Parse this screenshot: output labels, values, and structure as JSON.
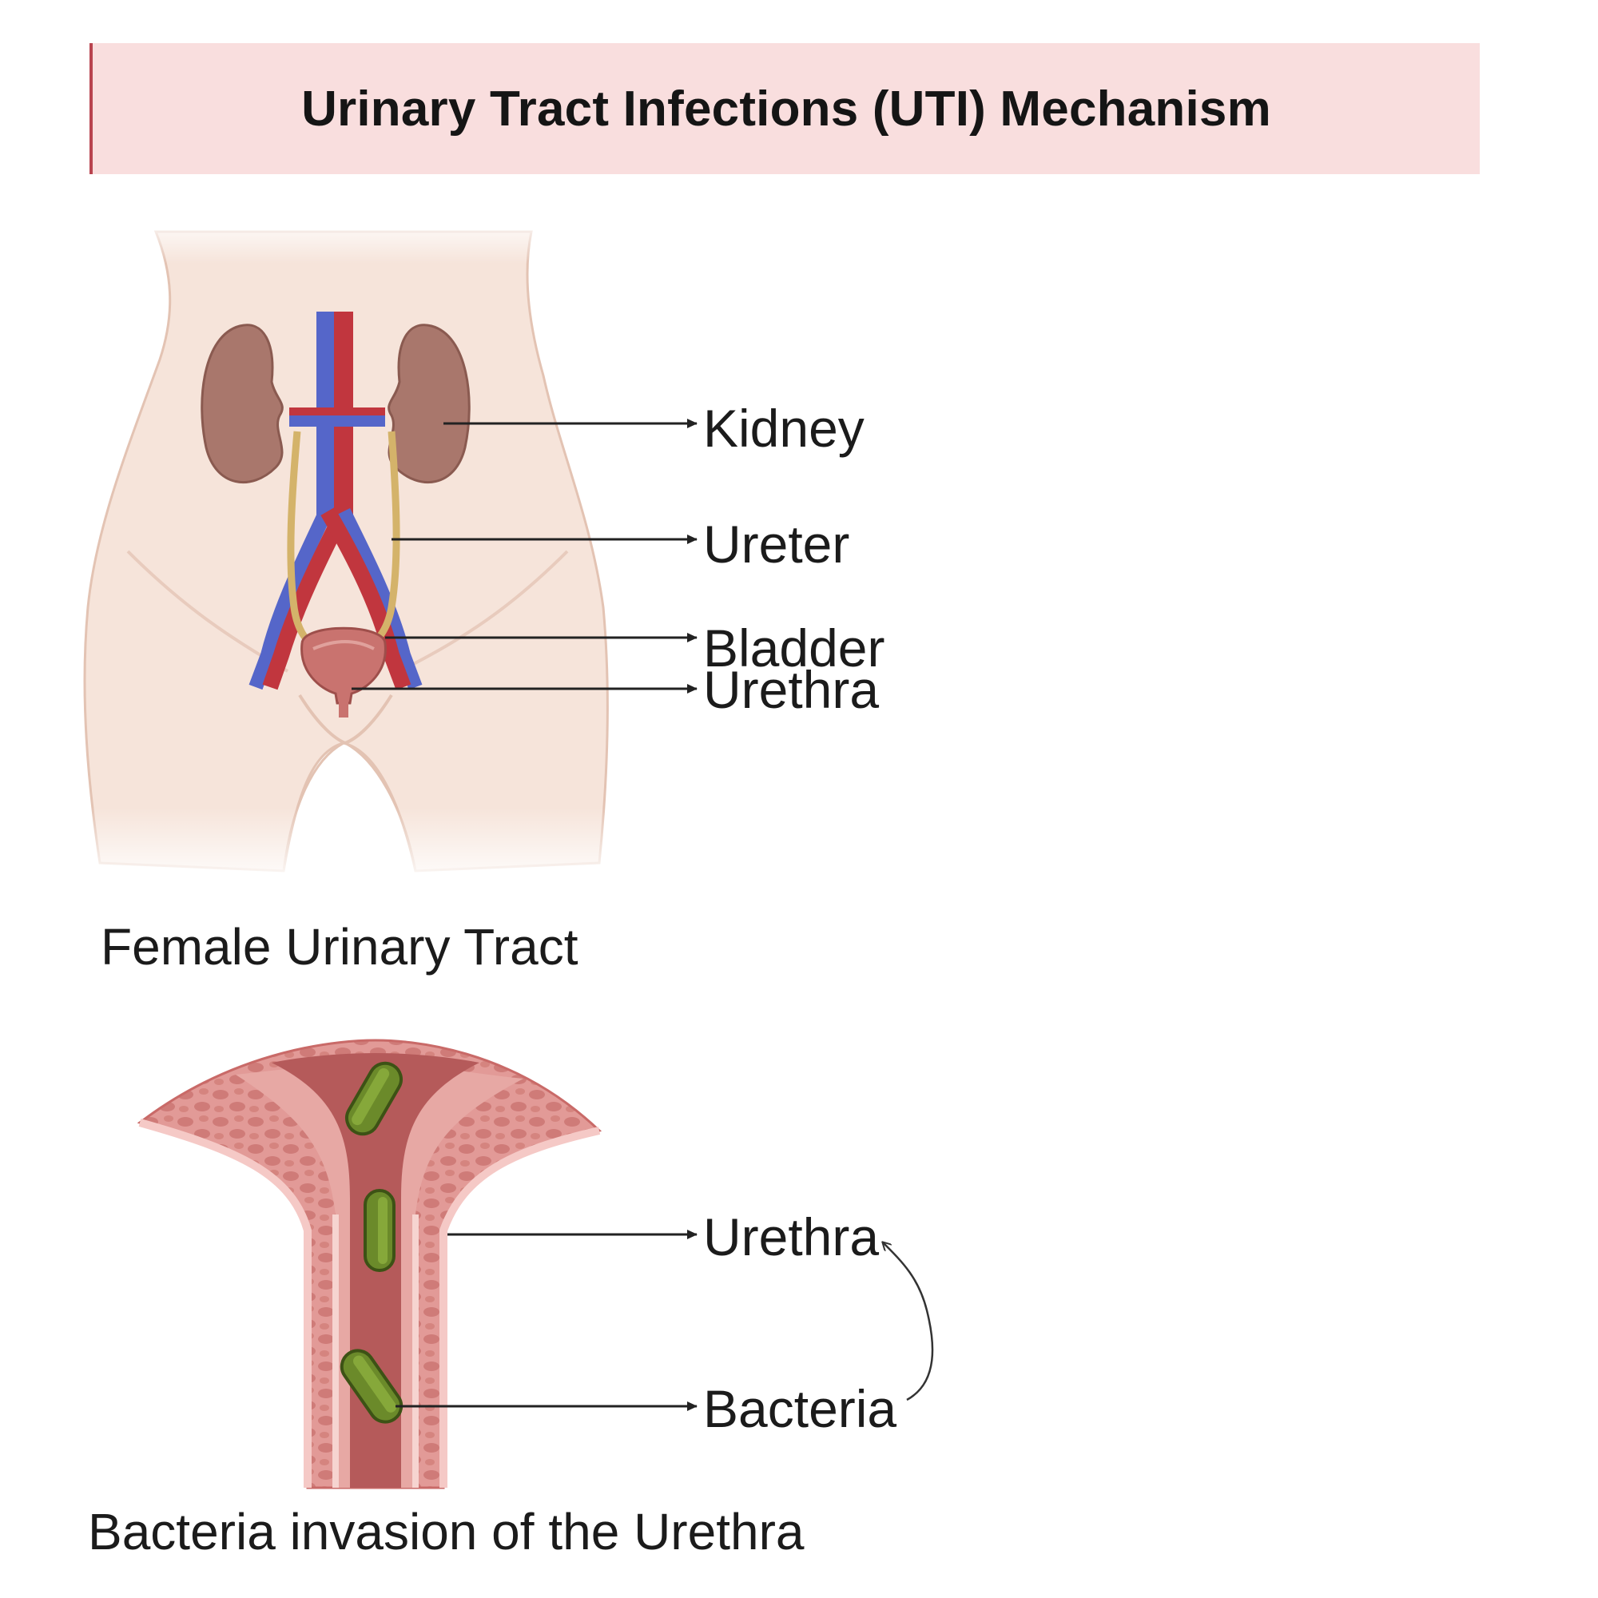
{
  "title": "Urinary Tract Infections (UTI) Mechanism",
  "top_panel": {
    "caption": "Female Urinary Tract",
    "labels": {
      "kidney": "Kidney",
      "ureter": "Ureter",
      "bladder": "Bladder",
      "urethra": "Urethra"
    }
  },
  "bottom_panel": {
    "caption": "Bacteria invasion of the Urethra",
    "labels": {
      "urethra": "Urethra",
      "bacteria": "Bacteria"
    }
  },
  "colors": {
    "banner_bg": "#f9dede",
    "banner_accent": "#b9444f",
    "skin": "#f6e4da",
    "kidney": "#a9776c",
    "artery": "#c1363e",
    "vein": "#5566c9",
    "ureter": "#d4b36a",
    "bladder": "#c9736f",
    "tissue": "#d98c8c",
    "lumen": "#b55a5a",
    "bacteria": "#6b8a2a"
  }
}
